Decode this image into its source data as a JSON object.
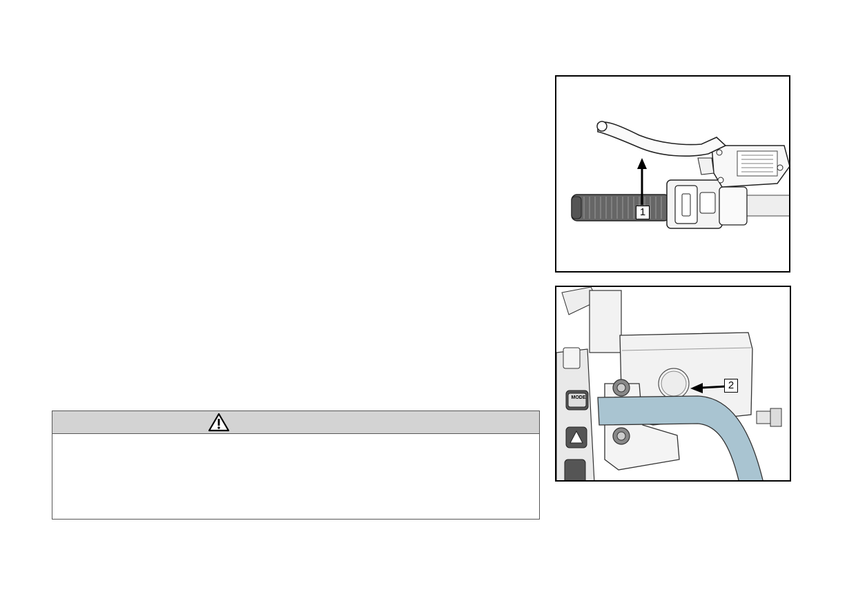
{
  "warning": {
    "icon": "warning-triangle-icon",
    "body": ""
  },
  "figures": [
    {
      "callout": "1",
      "arrow": "up"
    },
    {
      "callout": "2",
      "arrow": "left",
      "switch_label": "MODE"
    }
  ]
}
